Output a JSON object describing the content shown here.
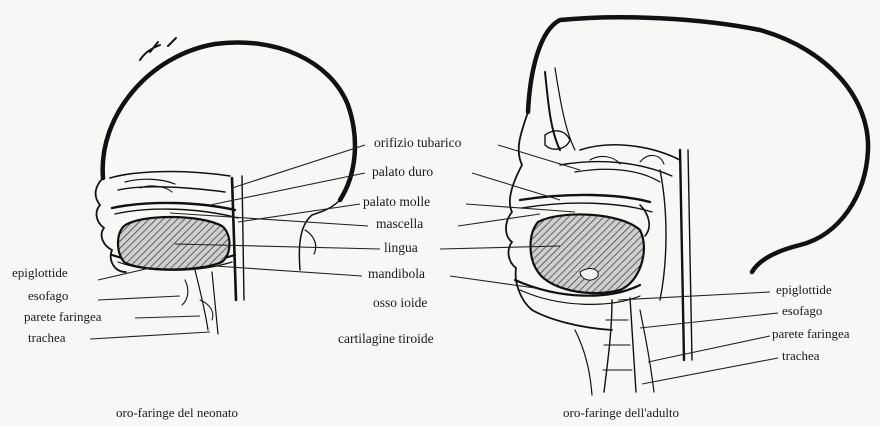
{
  "figure": {
    "left_labels": {
      "epiglottide": "epiglottide",
      "esofago": "esofago",
      "parete_faringea": "parete faringea",
      "trachea": "trachea"
    },
    "center_labels": {
      "orifizio_tubarico": "orifizio tubarico",
      "palato_duro": "palato duro",
      "palato_molle": "palato molle",
      "mascella": "mascella",
      "lingua": "lingua",
      "mandibola": "mandibola",
      "osso_ioide": "osso ioide",
      "cartilagine_tiroide": "cartilagine tiroide"
    },
    "right_labels": {
      "epiglottide": "epiglottide",
      "esofago": "esofago",
      "parete_faringea": "parete faringea",
      "trachea": "trachea"
    },
    "captions": {
      "neonate": "oro-faringe del neonato",
      "adult": "oro-faringe dell'adulto"
    }
  }
}
